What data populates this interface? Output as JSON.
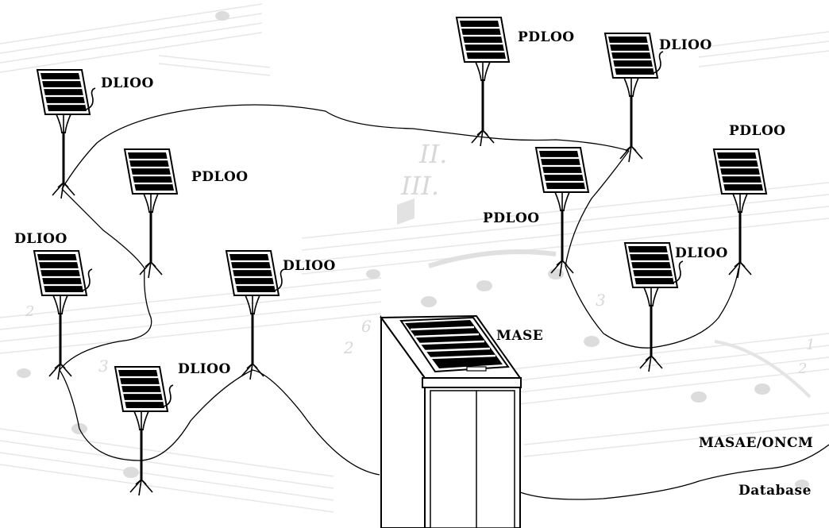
{
  "labels": {
    "stand_top_left": "DLIOO",
    "stand_upper_left_mid": "PDLOO",
    "stand_left": "DLIOO",
    "stand_center_left": "DLIOO",
    "stand_bottom_left": "DLIOO",
    "stand_top_center": "PDLOO",
    "stand_top_right": "DLIOO",
    "stand_right_mid": "PDLOO",
    "stand_far_right": "PDLOO",
    "stand_lower_right": "DLIOO",
    "server": "MASE",
    "network": "MASAE/ONCM",
    "database": "Database"
  },
  "background": {
    "numerals": [
      "II.",
      "III."
    ]
  }
}
